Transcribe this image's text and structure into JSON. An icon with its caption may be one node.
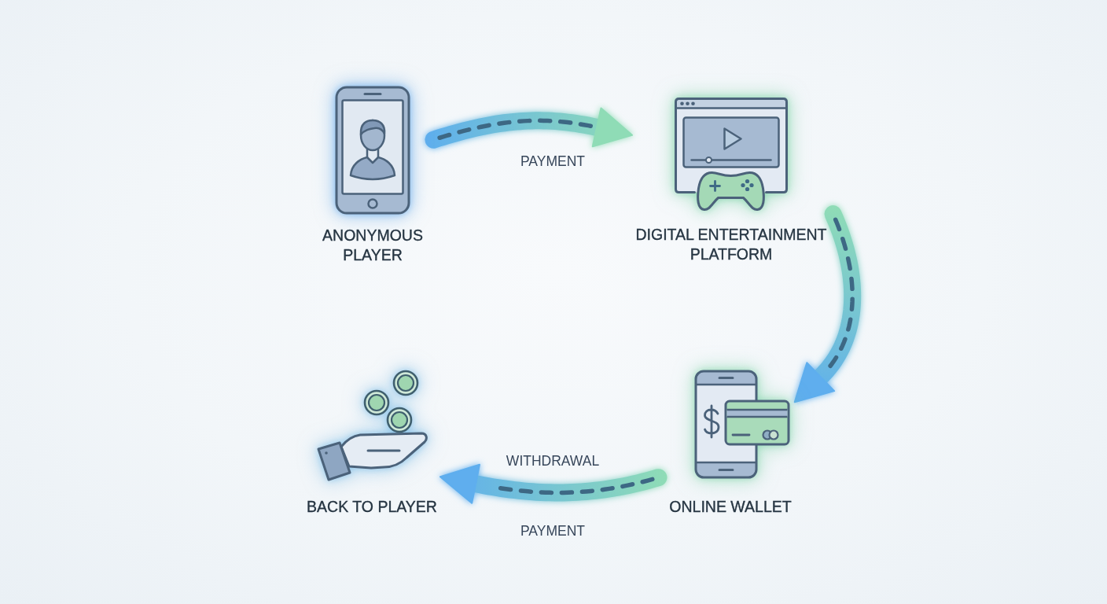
{
  "diagram": {
    "nodes": [
      {
        "text": [
          "ANONYMOUS PLAYER"
        ]
      },
      {
        "text": [
          "DIGITAL ENTERTAINMENT PLATFORM"
        ]
      },
      {
        "text": [
          "ONLINE WALLET"
        ]
      },
      {
        "text": [
          "BACK TO PLAYER"
        ]
      }
    ],
    "edges": [
      {
        "from": 0,
        "to": 1,
        "arrow": "to",
        "label": "PAYMENT"
      },
      {
        "from": 1,
        "to": 2,
        "arrow": "to"
      },
      {
        "from": 2,
        "to": 3,
        "arrow": "to",
        "label": "WITHDRAWAL"
      }
    ],
    "labels": [
      "PAYMENT"
    ]
  }
}
